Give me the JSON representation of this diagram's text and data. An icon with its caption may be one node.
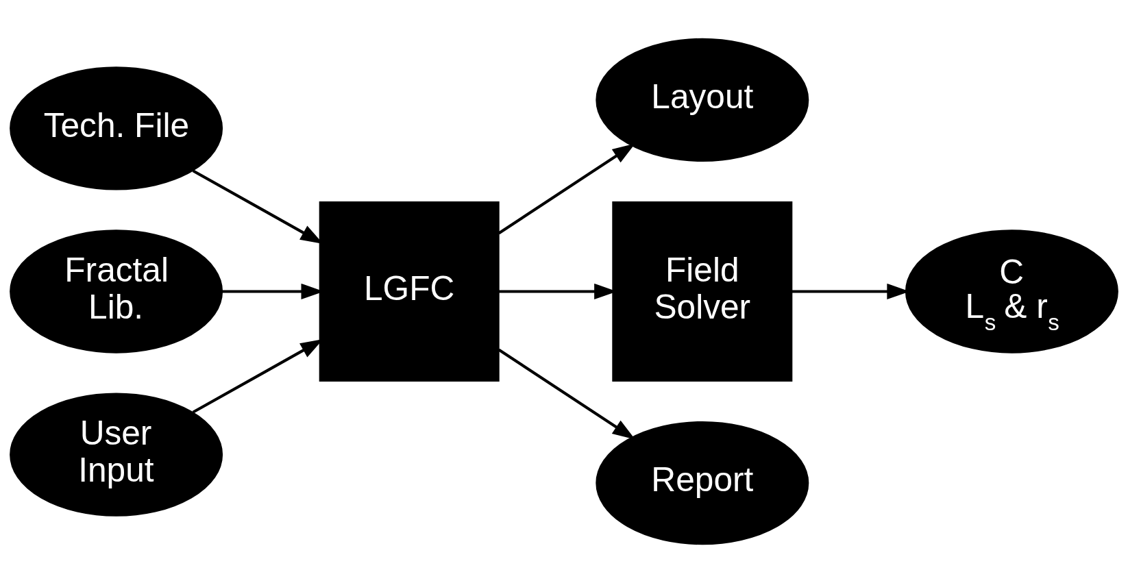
{
  "diagram": {
    "nodes": [
      {
        "text": [
          "Tech. File"
        ]
      },
      {
        "text": [
          "Fractal Lib."
        ]
      },
      {
        "text": [
          "User Input"
        ]
      },
      {
        "text": [
          "LGFC"
        ]
      },
      {
        "text": [
          "Layout"
        ]
      },
      {
        "text": [
          "Field Solver"
        ]
      },
      {
        "text": [
          "Report"
        ]
      },
      {
        "text": [
          "C",
          "L$_{s}$ & r$_{s}$"
        ]
      }
    ],
    "edges": [
      {
        "from": 0,
        "to": 3,
        "arrow": "to"
      },
      {
        "from": 1,
        "to": 3,
        "arrow": "to"
      },
      {
        "from": 2,
        "to": 3,
        "arrow": "to"
      },
      {
        "from": 3,
        "to": 4,
        "arrow": "to"
      },
      {
        "from": 3,
        "to": 5,
        "arrow": "to"
      },
      {
        "from": 3,
        "to": 6,
        "arrow": "to"
      },
      {
        "from": 5,
        "to": 7,
        "arrow": "to"
      }
    ]
  }
}
